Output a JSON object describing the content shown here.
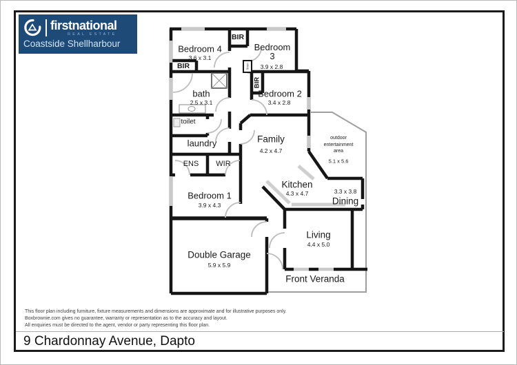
{
  "header": {
    "brand_name": "firstnational",
    "brand_sub": "REAL ESTATE",
    "office": "Coastside Shellharbour"
  },
  "colors": {
    "logo_bg": "#1e4a78",
    "logo_text": "#ffffff",
    "logo_sub_text": "#8fb3d9",
    "office_text": "#cfe4f5",
    "wall": "#161616",
    "window": "#c9c9c9",
    "door_arc": "#bdbdbd",
    "outdoor_outline": "#9e9e9e"
  },
  "floorplan": {
    "rooms": {
      "bedroom4": {
        "name": "Bedroom 4",
        "dims": "3.6 x 3.1"
      },
      "bedroom3": {
        "name": "Bedroom 3",
        "dims": "3.9 x 2.8"
      },
      "bedroom2": {
        "name": "Bedroom 2",
        "dims": "3.4 x 2.8"
      },
      "bedroom1": {
        "name": "Bedroom 1",
        "dims": "3.9 x 4.3"
      },
      "bath": {
        "name": "bath",
        "dims": "2.5 x 3.1"
      },
      "toilet": {
        "name": "toilet"
      },
      "laundry": {
        "name": "laundry"
      },
      "ens": {
        "name": "ENS"
      },
      "wir": {
        "name": "WIR"
      },
      "family": {
        "name": "Family",
        "dims": "4.2 x 4.7"
      },
      "kitchen": {
        "name": "Kitchen",
        "dims": "4.3 x 4.7"
      },
      "dining": {
        "name": "Dining",
        "dims": "3.3 x 3.8"
      },
      "living": {
        "name": "Living",
        "dims": "4.4 x 5.0"
      },
      "garage": {
        "name": "Double Garage",
        "dims": "5.9 x 5.9"
      },
      "veranda": {
        "name": "Front Veranda"
      },
      "outdoor": {
        "name": "outdoor entertainment area",
        "dims": "5.1 x 5.6"
      }
    },
    "closets": {
      "bir_top": "BIR",
      "bir_left": "BIR",
      "bir_vert": "BIR",
      "linen": "linen"
    }
  },
  "footer": {
    "disclaimer_line1": "This floor plan including furniture, fixture measurements and dimensions are approximate and for illustrative purposes only.",
    "disclaimer_line2": "Boxbrownie.com gives no guarantee, warranty or representation as to the accuracy and layout.",
    "disclaimer_line3": "All enquiries must be directed to the agent, vendor or party representing this floor plan.",
    "address": "9 Chardonnay Avenue, Dapto"
  }
}
